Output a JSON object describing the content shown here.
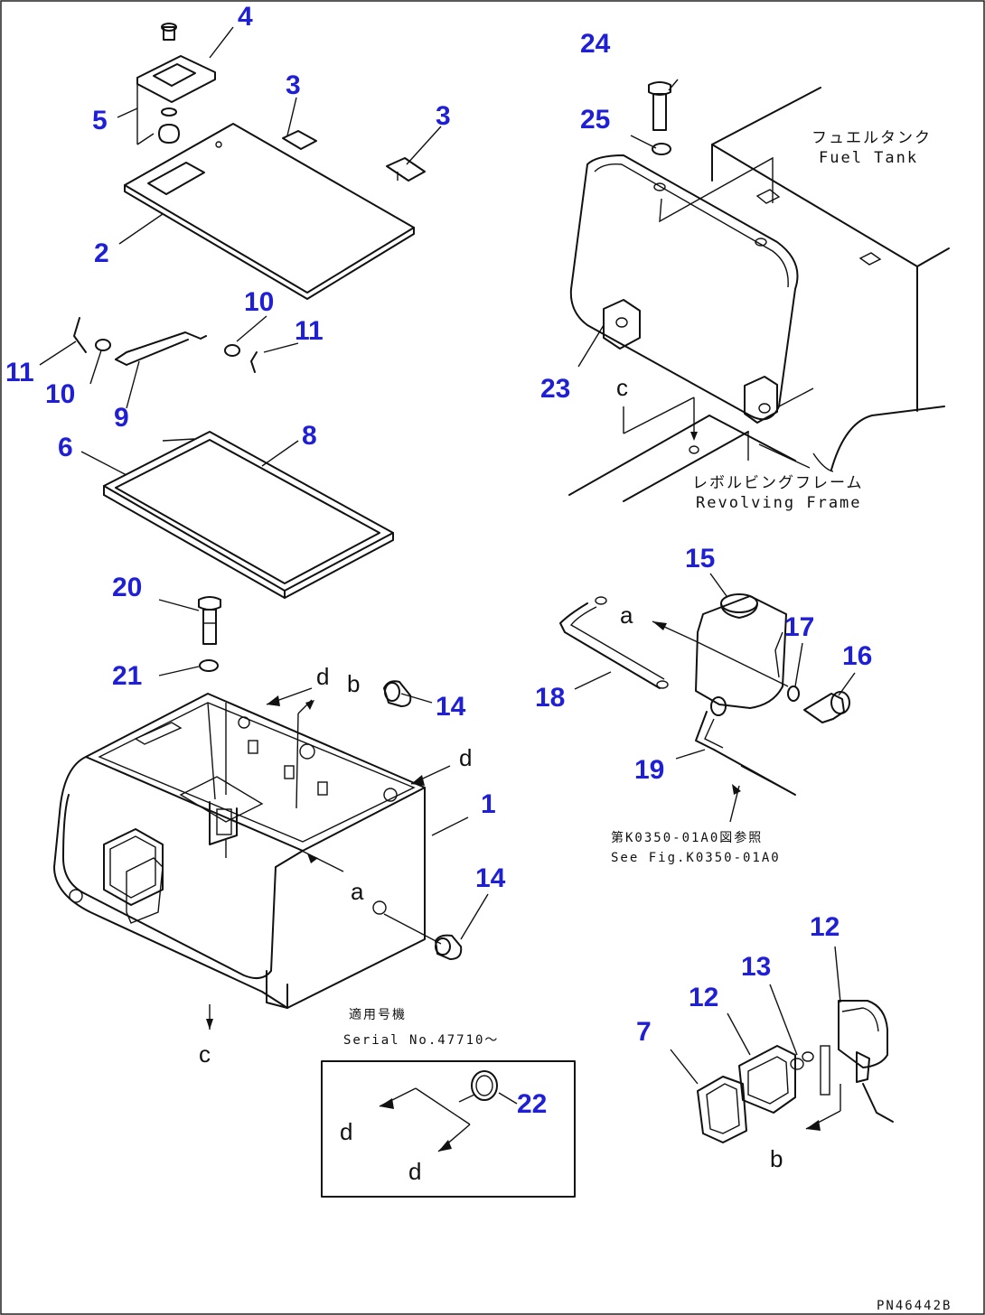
{
  "callouts": [
    "1",
    "2",
    "3",
    "3",
    "4",
    "5",
    "6",
    "7",
    "8",
    "9",
    "10",
    "10",
    "11",
    "11",
    "12",
    "12",
    "13",
    "14",
    "14",
    "15",
    "16",
    "17",
    "18",
    "19",
    "20",
    "21",
    "22",
    "23",
    "24",
    "25"
  ],
  "letters": {
    "a": "a",
    "b": "b",
    "c": "c",
    "d": "d"
  },
  "notes": {
    "fuel_tank_jp": "フュエルタンク",
    "fuel_tank_en": "Fuel Tank",
    "revolving_frame_jp": "レボルビングフレーム",
    "revolving_frame_en": "Revolving Frame",
    "see_fig_jp": "第K0350-01A0図参照",
    "see_fig_en": "See Fig.K0350-01A0",
    "serial_jp": "適用号機",
    "serial_en": "Serial No.47710～"
  },
  "figure_code": "PN46442B"
}
